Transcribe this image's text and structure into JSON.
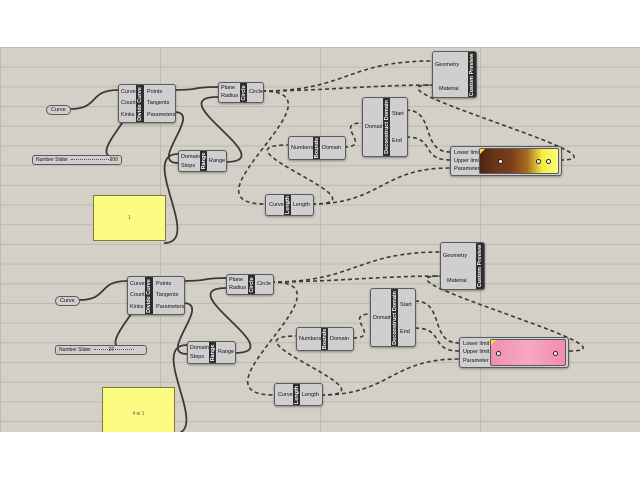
{
  "colors": {
    "canvas": "#d4d0c8",
    "component": "#cfcfcf",
    "band": "#2d2d2d",
    "panel": "#fdfc82",
    "wire": "#3a3a3a"
  },
  "top": {
    "curve_param": "Curve",
    "slider": {
      "label": "Number Slider",
      "value": "200"
    },
    "panel_text": "1",
    "divide": {
      "title": "Divide Curve",
      "inputs": [
        "Curve",
        "Count",
        "Kinks"
      ],
      "outputs": [
        "Points",
        "Tangents",
        "Parameters"
      ]
    },
    "circle": {
      "title": "Circle",
      "inputs": [
        "Plane",
        "Radius"
      ],
      "outputs": [
        "Circle"
      ]
    },
    "range": {
      "title": "Range",
      "inputs": [
        "Domain",
        "Steps"
      ],
      "outputs": [
        "Range"
      ]
    },
    "length": {
      "title": "Length",
      "inputs": [
        "Curve"
      ],
      "outputs": [
        "Length"
      ]
    },
    "bounds": {
      "title": "Bounds",
      "inputs": [
        "Numbers"
      ],
      "outputs": [
        "Domain"
      ]
    },
    "deconstruct": {
      "title": "Deconstruct Domain",
      "inputs": [
        "Domain"
      ],
      "outputs": [
        "Start",
        "End"
      ]
    },
    "preview": {
      "title": "Custom Preview",
      "inputs": [
        "Geometry",
        "Material"
      ]
    },
    "gradient": {
      "inputs": [
        "Lower limit",
        "Upper limit",
        "Parameter"
      ],
      "stops": [
        "#4a2614",
        "#6b3519",
        "#7a3f1a",
        "#a86a22",
        "#f6ee43",
        "#fffe7a"
      ]
    }
  },
  "bottom": {
    "curve_param": "Curve",
    "slider": {
      "label": "Number Slider",
      "value": "27"
    },
    "panel_text": "4 w 1",
    "divide": {
      "title": "Divide Curve",
      "inputs": [
        "Curve",
        "Count",
        "Kinks"
      ],
      "outputs": [
        "Points",
        "Tangents",
        "Parameters"
      ]
    },
    "circle": {
      "title": "Circle",
      "inputs": [
        "Plane",
        "Radius"
      ],
      "outputs": [
        "Circle"
      ]
    },
    "range": {
      "title": "Range",
      "inputs": [
        "Domain",
        "Steps"
      ],
      "outputs": [
        "Range"
      ]
    },
    "length": {
      "title": "Length",
      "inputs": [
        "Curve"
      ],
      "outputs": [
        "Length"
      ]
    },
    "bounds": {
      "title": "Bounds",
      "inputs": [
        "Numbers"
      ],
      "outputs": [
        "Domain"
      ]
    },
    "deconstruct": {
      "title": "Deconstruct Domain",
      "inputs": [
        "Domain"
      ],
      "outputs": [
        "Start",
        "End"
      ]
    },
    "preview": {
      "title": "Custom Preview",
      "inputs": [
        "Geometry",
        "Material"
      ]
    },
    "gradient": {
      "inputs": [
        "Lower limit",
        "Upper limit",
        "Parameter"
      ],
      "stops": [
        "#ef8fae",
        "#f7a8c3",
        "#f28aad"
      ]
    }
  }
}
